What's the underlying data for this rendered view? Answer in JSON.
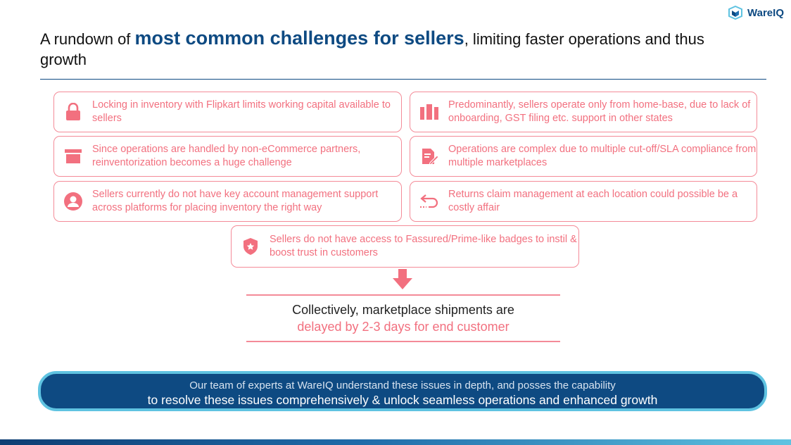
{
  "brand": {
    "name": "WareIQ",
    "color": "#0e4a82",
    "accent": "#5fc3e1"
  },
  "title": {
    "prefix": "A rundown of ",
    "highlight": "most common challenges for sellers",
    "suffix": ", limiting faster operations and thus growth"
  },
  "challenges": [
    {
      "icon": "lock-icon",
      "text": "Locking in inventory with Flipkart limits working capital available to sellers"
    },
    {
      "icon": "home-base-icon",
      "text": "Predominantly, sellers operate only from home-base, due to lack of onboarding, GST filing etc. support in other states"
    },
    {
      "icon": "archive-box-icon",
      "text": "Since operations are handled by non-eCommerce partners, reinventorization becomes a huge challenge"
    },
    {
      "icon": "edit-document-icon",
      "text": "Operations are complex due to multiple cut-off/SLA compliance from multiple marketplaces"
    },
    {
      "icon": "user-account-icon",
      "text": "Sellers currently do not have key account management support across platforms for placing inventory the right way"
    },
    {
      "icon": "return-arrow-icon",
      "text": "Returns claim management at each location could possible be a costly affair"
    },
    {
      "icon": "badge-shield-icon",
      "text": "Sellers do not have access to Fassured/Prime-like badges to instil & boost trust in customers"
    }
  ],
  "result": {
    "line1": "Collectively, marketplace shipments are",
    "line2": "delayed by 2-3 days for end customer"
  },
  "banner": {
    "line1": "Our team of experts at WareIQ understand these issues in depth, and posses the capability",
    "line2": "to resolve these issues comprehensively & unlock seamless operations and enhanced growth"
  },
  "colors": {
    "pink": "#f2707f",
    "pink_border": "#f48b98",
    "navy": "#0e4a82"
  }
}
